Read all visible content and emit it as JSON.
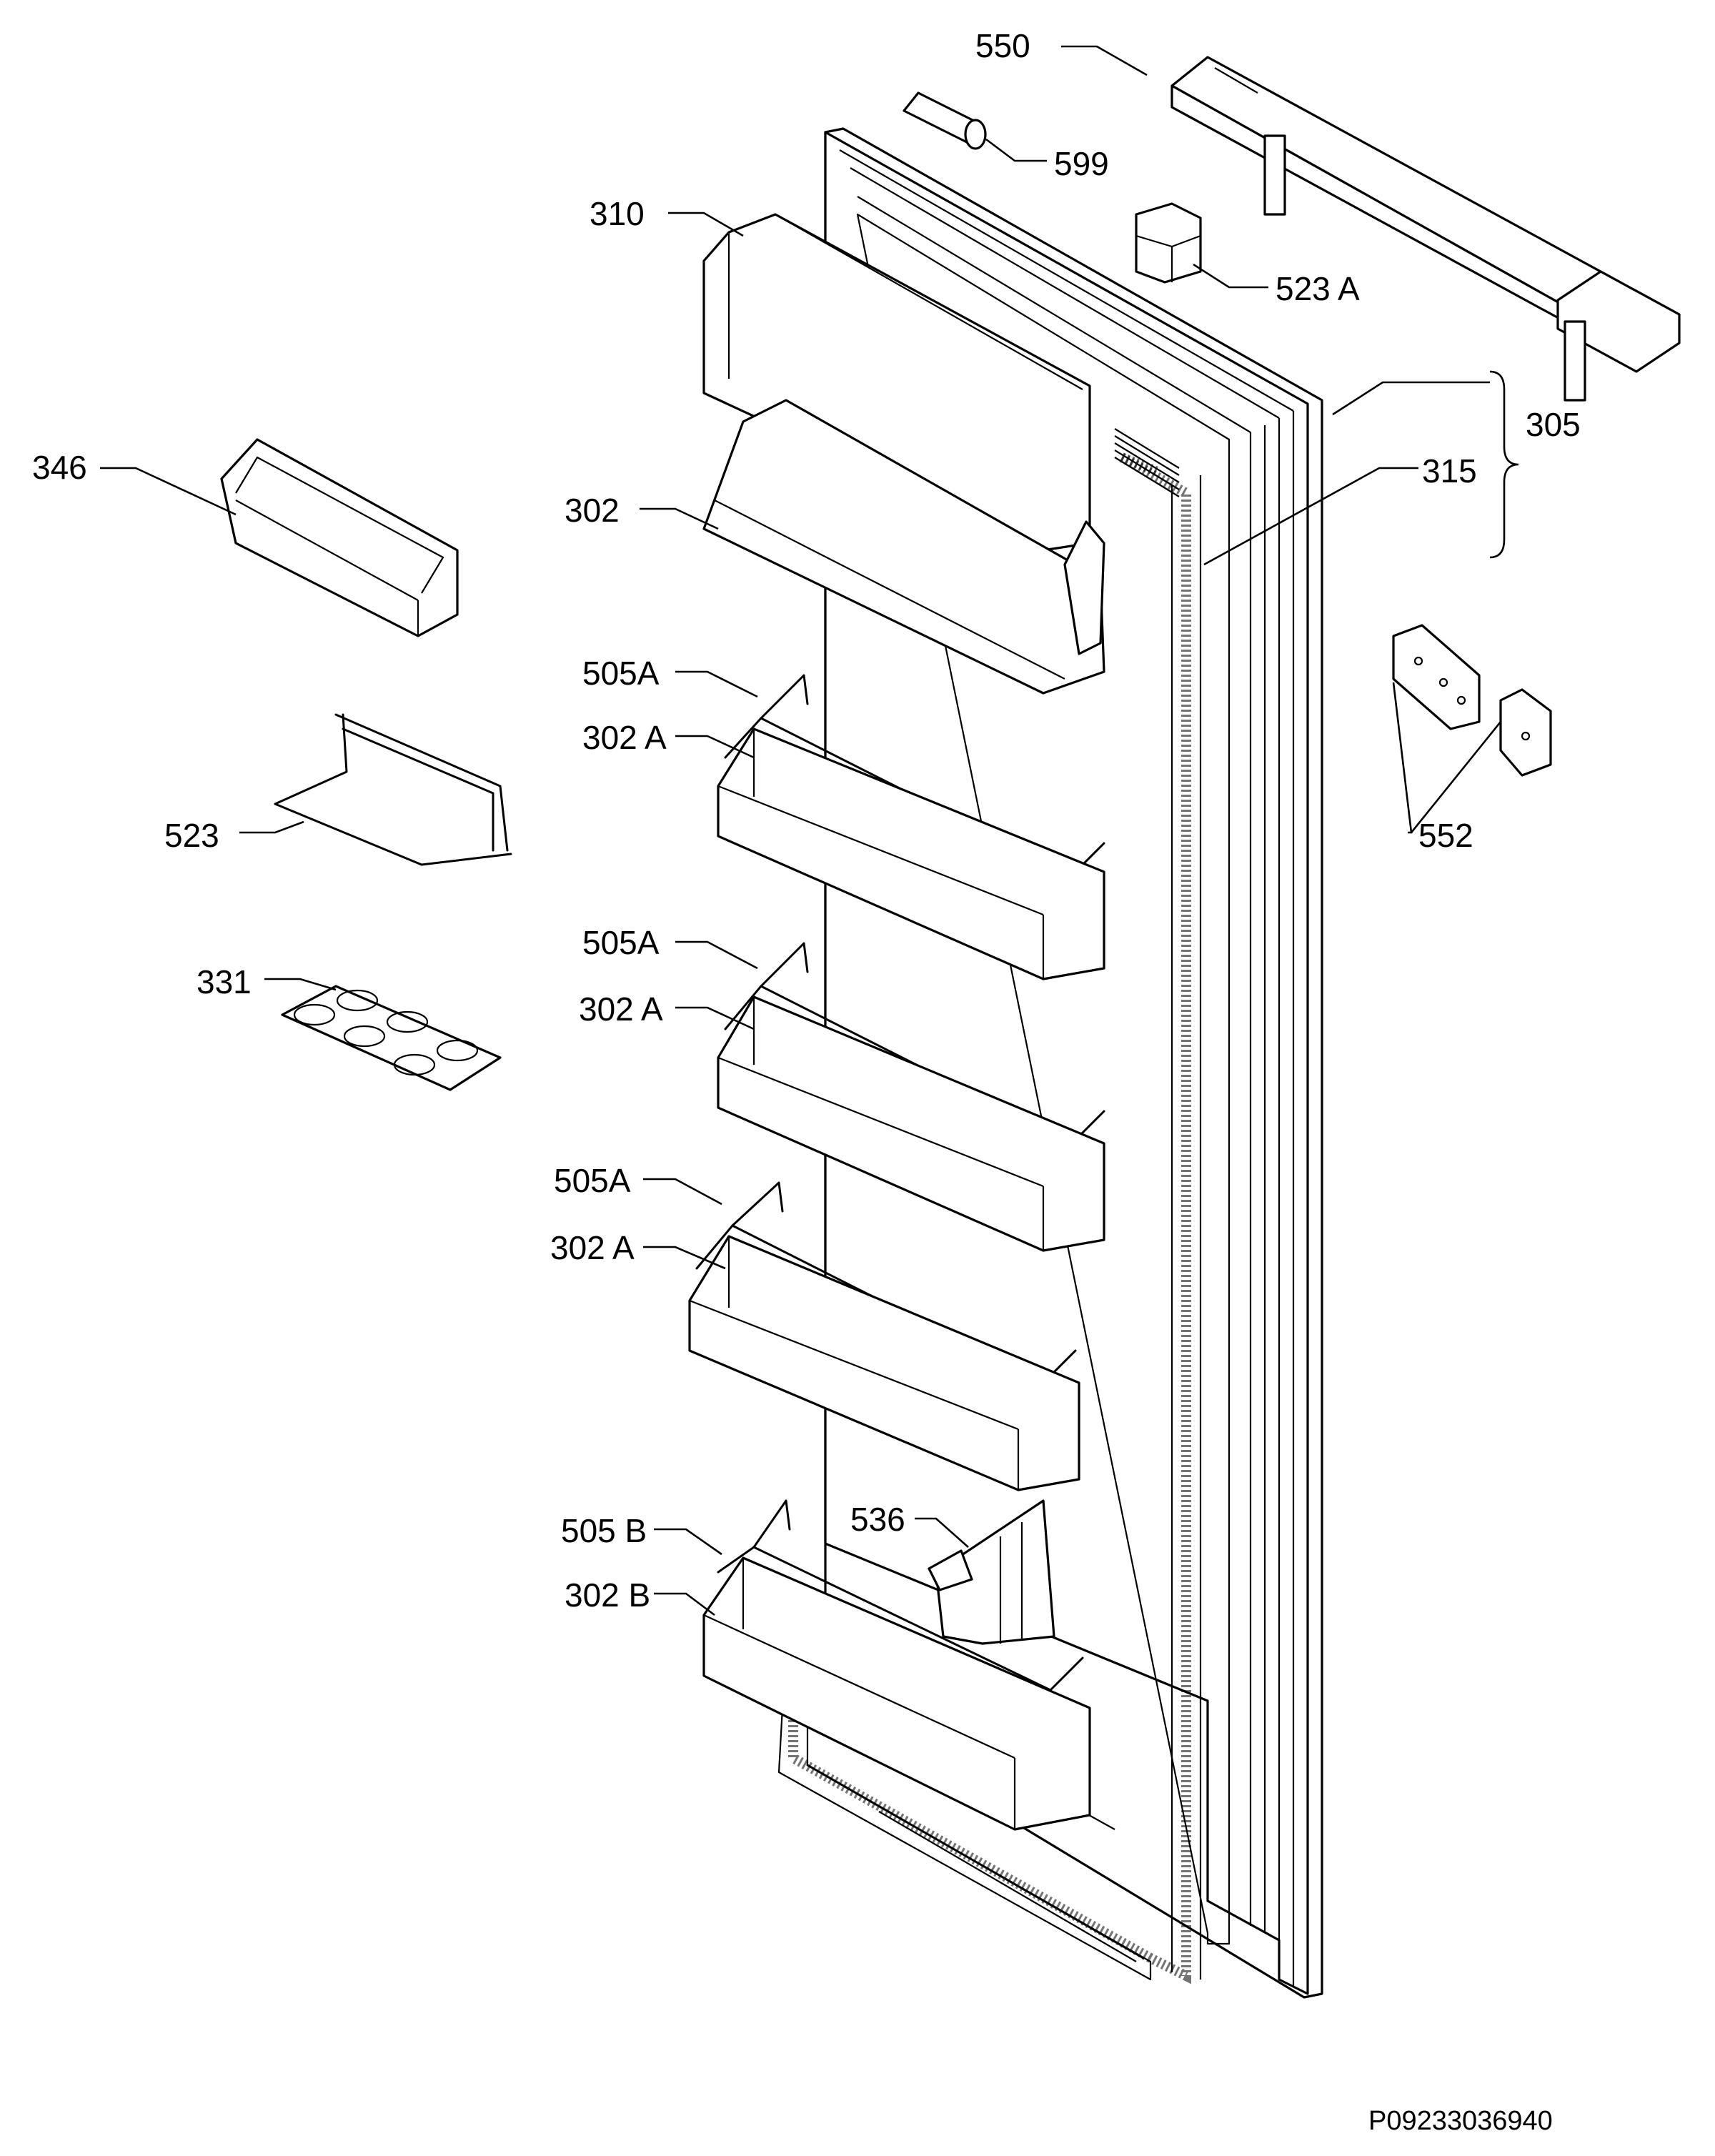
{
  "labels": {
    "l550": "550",
    "l599": "599",
    "l310": "310",
    "l523a": "523 A",
    "l305": "305",
    "l315": "315",
    "l346": "346",
    "l302": "302",
    "l505a_1": "505A",
    "l302a_1": "302 A",
    "l523": "523",
    "l552": "552",
    "l505a_2": "505A",
    "l331": "331",
    "l302a_2": "302 A",
    "l505a_3": "505A",
    "l302a_3": "302 A",
    "l536": "536",
    "l505b": "505 B",
    "l302b": "302 B"
  },
  "drawing_code": "P09233036940"
}
